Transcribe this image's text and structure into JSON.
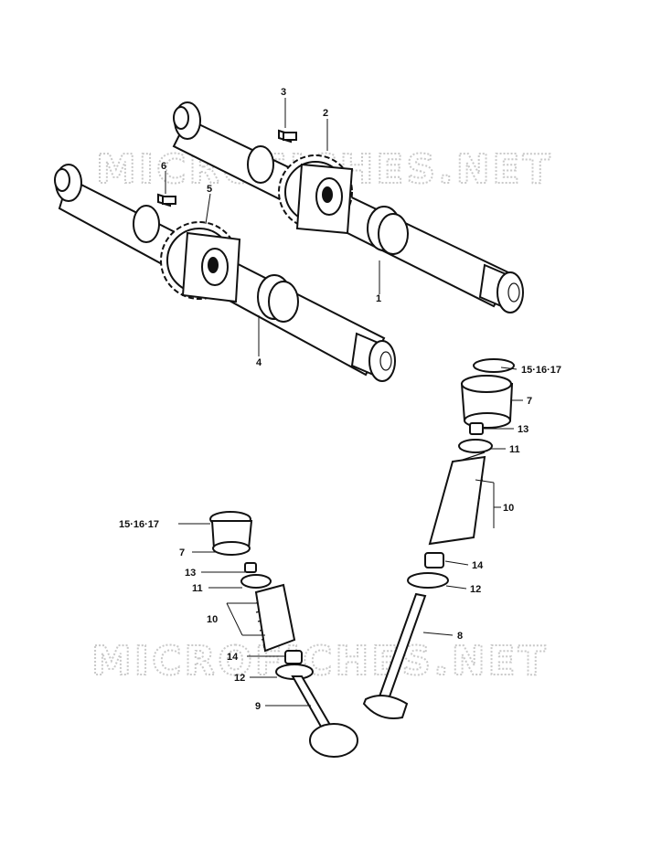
{
  "watermark": "MICROFICHES.NET",
  "callouts": {
    "c1": "1",
    "c2": "2",
    "c3": "3",
    "c4": "4",
    "c5": "5",
    "c6": "6",
    "c7a": "7",
    "c7b": "7",
    "c8": "8",
    "c9": "9",
    "c10a": "10",
    "c10b": "10",
    "c11a": "11",
    "c11b": "11",
    "c12a": "12",
    "c12b": "12",
    "c13a": "13",
    "c13b": "13",
    "c14a": "14",
    "c14b": "14",
    "c15a": "15·16·17",
    "c15b": "15·16·17"
  },
  "colors": {
    "ink": "#111111",
    "watermark": "#c9c9c9",
    "paper": "#ffffff"
  }
}
